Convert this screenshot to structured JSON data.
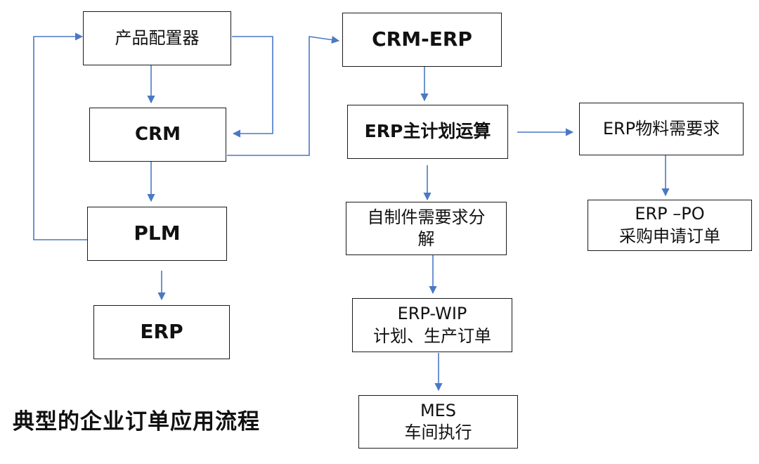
{
  "colors": {
    "connector": "#4a78c4",
    "box_border": "#1a1a1a",
    "text": "#111111",
    "background": "#ffffff"
  },
  "nodes": {
    "product_configurator": {
      "label": "产品配置器"
    },
    "crm": {
      "label": "CRM"
    },
    "plm": {
      "label": "PLM"
    },
    "erp": {
      "label": "ERP"
    },
    "crm_erp": {
      "label": "CRM-ERP"
    },
    "erp_master_plan": {
      "label": "ERP主计划运算"
    },
    "erp_material_demand": {
      "label": "ERP物料需要求"
    },
    "erp_po": {
      "line1": "ERP –PO",
      "line2": "采购申请订单"
    },
    "self_made_parts": {
      "line1": "自制件需要求分",
      "line2": "解"
    },
    "erp_wip": {
      "line1": "ERP-WIP",
      "line2": "计划、生产订单"
    },
    "mes": {
      "line1": "MES",
      "line2": "车间执行"
    }
  },
  "caption": "典型的企业订单应用流程",
  "edges": [
    {
      "from": "product_configurator",
      "to": "crm"
    },
    {
      "from": "product_configurator",
      "to": "crm"
    },
    {
      "from": "crm",
      "to": "plm"
    },
    {
      "from": "plm",
      "to": "product_configurator"
    },
    {
      "from": "plm",
      "to": "erp"
    },
    {
      "from": "crm",
      "to": "crm_erp"
    },
    {
      "from": "crm_erp",
      "to": "erp_master_plan"
    },
    {
      "from": "erp_master_plan",
      "to": "erp_material_demand"
    },
    {
      "from": "erp_material_demand",
      "to": "erp_po"
    },
    {
      "from": "erp_master_plan",
      "to": "self_made_parts"
    },
    {
      "from": "self_made_parts",
      "to": "erp_wip"
    },
    {
      "from": "erp_wip",
      "to": "mes"
    }
  ]
}
